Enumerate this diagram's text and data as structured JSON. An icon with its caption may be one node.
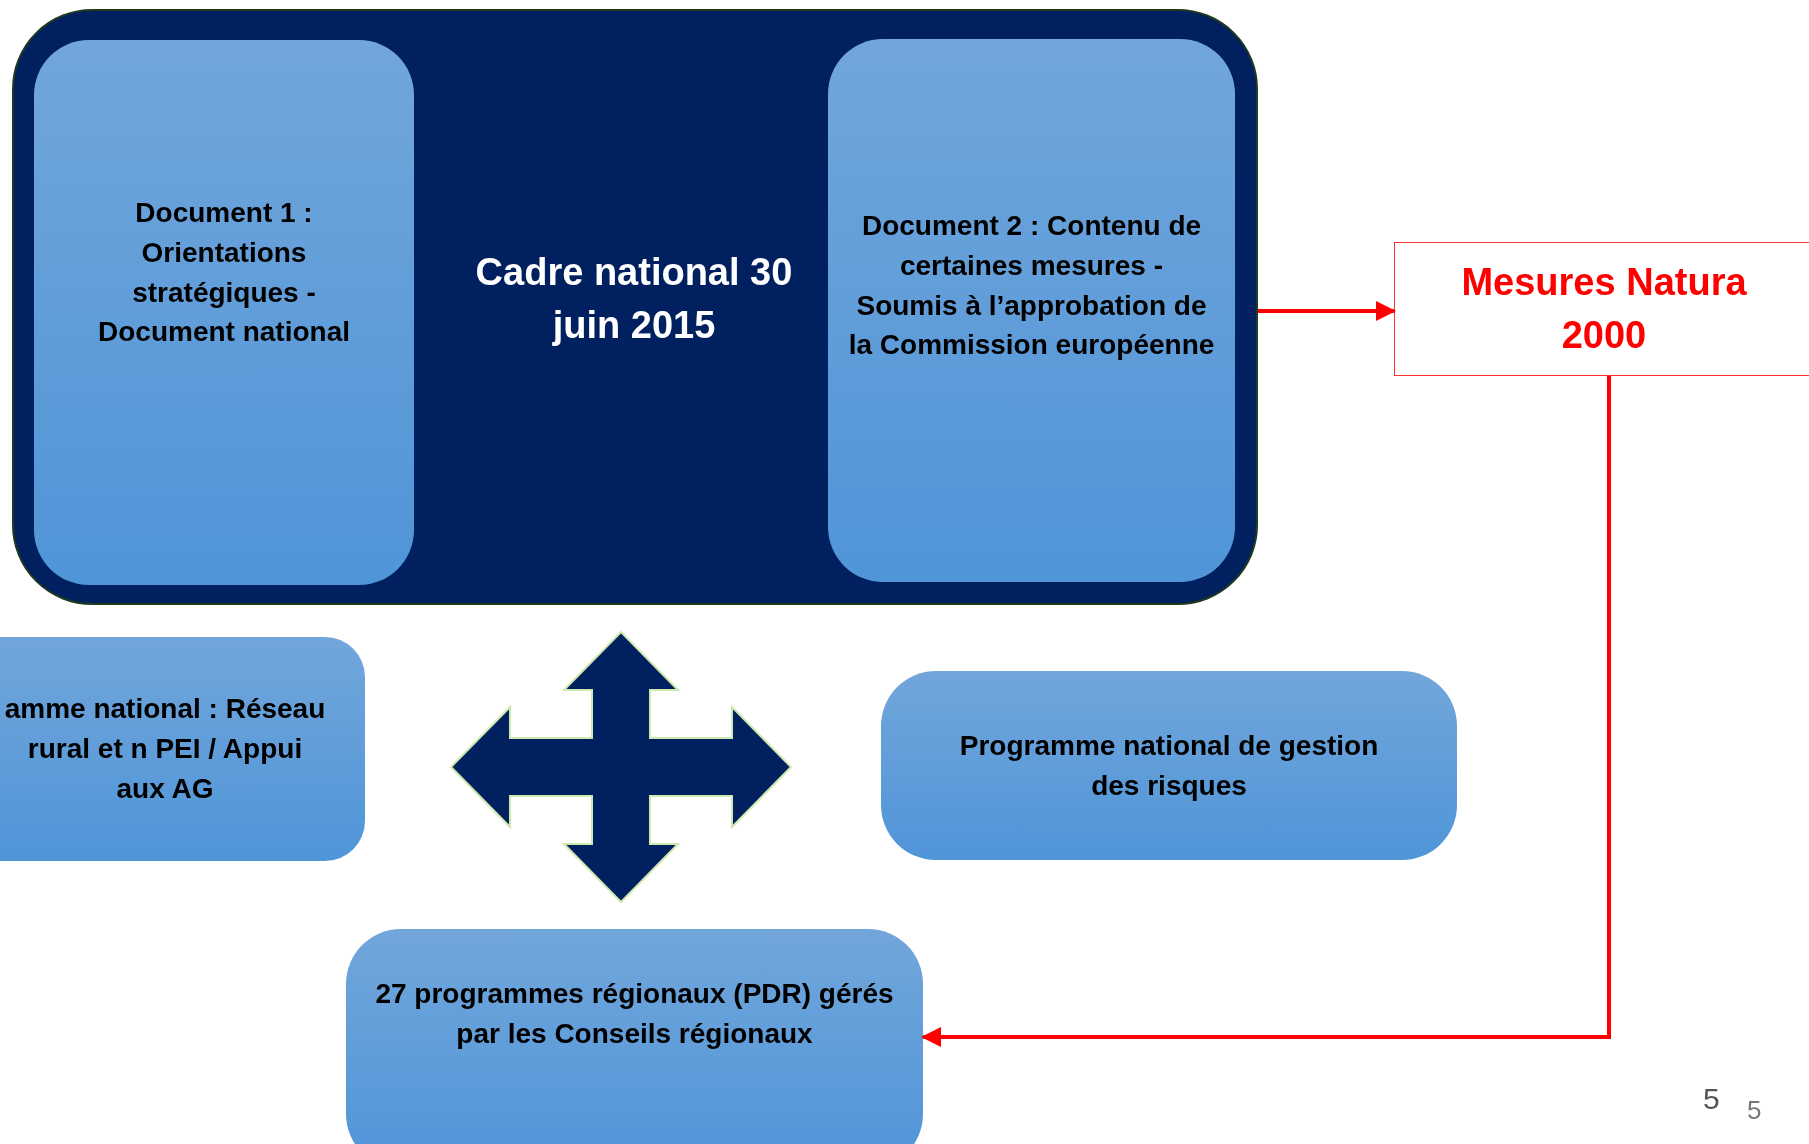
{
  "diagram": {
    "nodes": [
      {
        "text": [
          "Cadre national 30 juin 2015"
        ]
      },
      {
        "text": [
          "Document 1 : Orientations stratégiques - Document national"
        ],
        "in": 0
      },
      {
        "text": [
          "Document 2 : Contenu de certaines mesures - Soumis à l’approbation de la Commission européenne"
        ],
        "in": 0
      },
      {
        "text": [
          "Mesures Natura 2000"
        ]
      },
      {
        "text": [
          "amme national : Réseau rural et n PEI / Appui aux AG"
        ]
      },
      {
        "text": [
          "Programme national de gestion des risques"
        ]
      },
      {
        "text": [
          "27 programmes régionaux (PDR) gérés par les Conseils régionaux"
        ]
      }
    ],
    "edges": [
      {
        "from": 0,
        "to": 3,
        "arrow": "to",
        "color": "#ff0000"
      },
      {
        "from": 3,
        "to": 6,
        "arrow": "to",
        "color": "#ff0000"
      }
    ],
    "labels": [
      "5",
      "5"
    ]
  }
}
